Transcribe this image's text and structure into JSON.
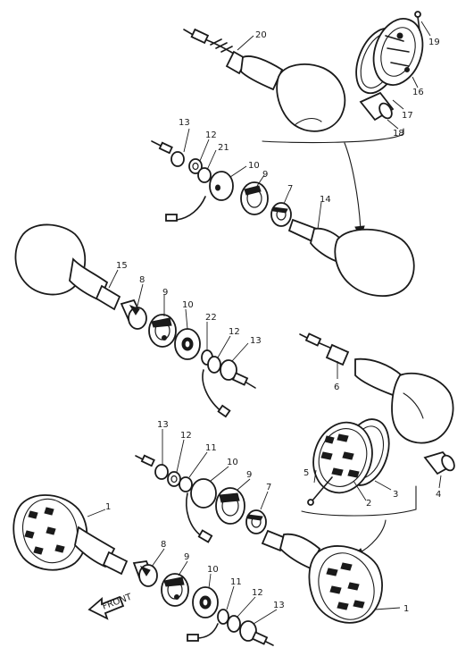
{
  "callouts": {
    "c20": "20",
    "c19": "19",
    "c16": "16",
    "c17": "17",
    "c18": "18",
    "c13a": "13",
    "c12a": "12",
    "c21": "21",
    "c10a": "10",
    "c9a": "9",
    "c7a": "7",
    "c14": "14",
    "c15": "15",
    "c8a": "8",
    "c9b": "9",
    "c10b": "10",
    "c22": "22",
    "c12b": "12",
    "c13b": "13",
    "c6": "6",
    "c5": "5",
    "c2": "2",
    "c3": "3",
    "c4": "4",
    "c13c": "13",
    "c12c": "12",
    "c11a": "11",
    "c10c": "10",
    "c9c": "9",
    "c7b": "7",
    "c1a": "1",
    "c8b": "8",
    "c9d": "9",
    "c10d": "10",
    "c11b": "11",
    "c12d": "12",
    "c13d": "13",
    "c1b": "1"
  },
  "front_arrow_label": "FRONT"
}
